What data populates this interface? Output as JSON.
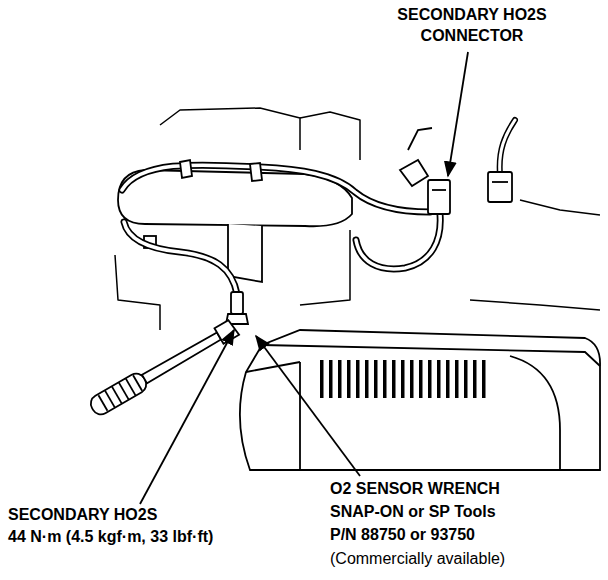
{
  "diagram": {
    "labels": [
      "SECONDARY HO2S",
      "CONNECTOR",
      "SECONDARY HO2S",
      "44 N·m (4.5 kgf·m, 33 lbf·ft)",
      "O2 SENSOR WRENCH",
      "SNAP-ON or SP Tools",
      "P/N 88750 or 93750",
      "(Commercially available)"
    ]
  }
}
